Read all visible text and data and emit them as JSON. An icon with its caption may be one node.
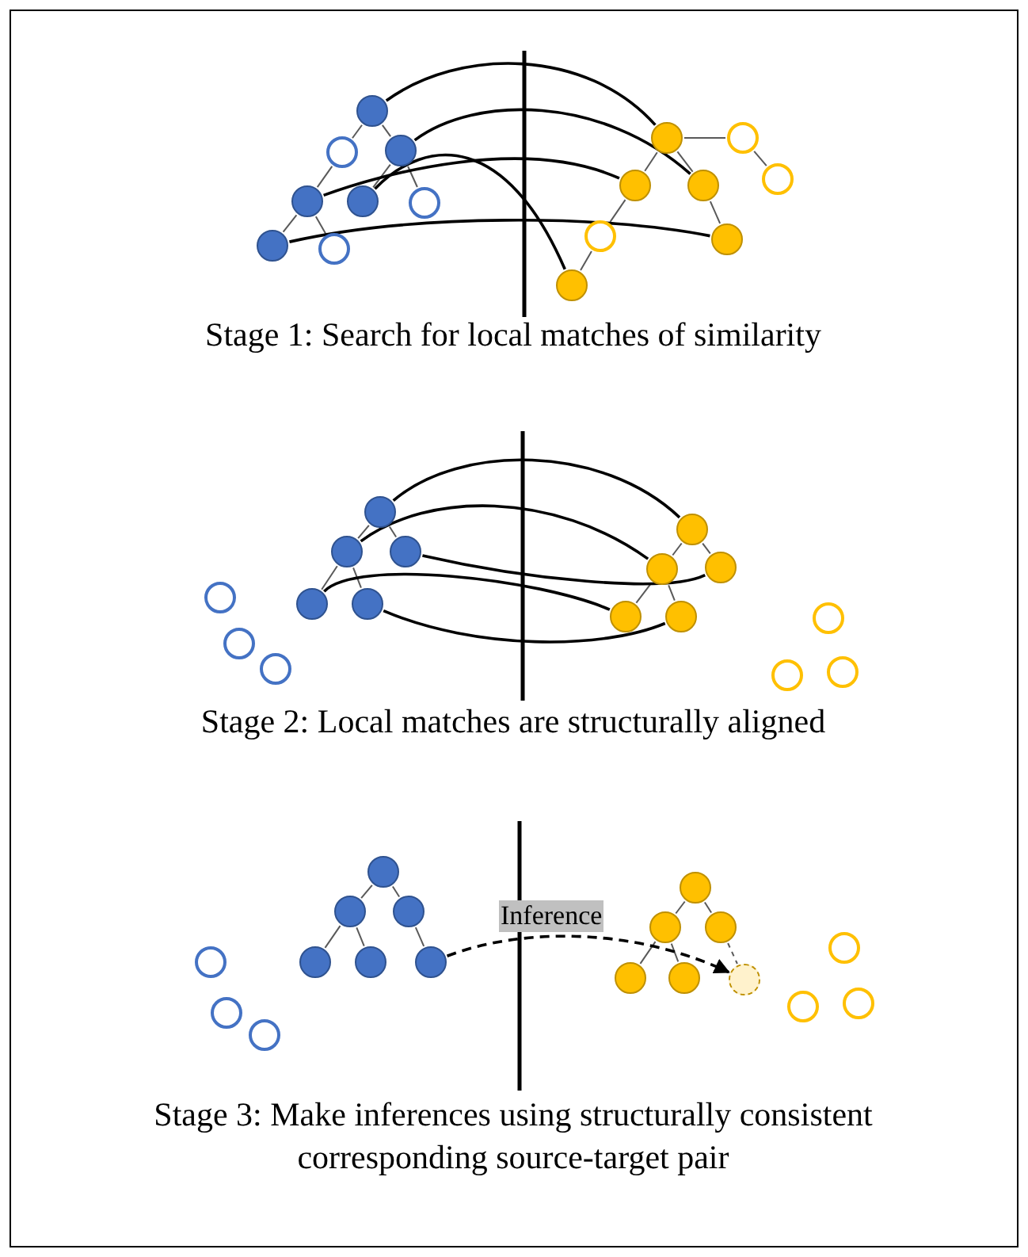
{
  "diagram": {
    "nodes": [
      {
        "text": [],
        "shape": "circle"
      },
      {
        "text": [],
        "shape": "circle"
      },
      {
        "text": [],
        "shape": "circle"
      },
      {
        "text": [],
        "shape": "circle"
      },
      {
        "text": [],
        "shape": "circle"
      },
      {
        "text": [],
        "shape": "circle"
      },
      {
        "text": [],
        "shape": "circle"
      },
      {
        "text": [],
        "shape": "circle"
      },
      {
        "text": [],
        "shape": "circle"
      },
      {
        "text": [],
        "shape": "circle"
      },
      {
        "text": [],
        "shape": "circle"
      },
      {
        "text": [],
        "shape": "circle"
      },
      {
        "text": [],
        "shape": "circle"
      },
      {
        "text": [],
        "shape": "circle"
      },
      {
        "text": [],
        "shape": "circle"
      },
      {
        "text": [],
        "shape": "circle"
      },
      {
        "text": [],
        "shape": "circle"
      },
      {
        "text": [],
        "shape": "circle"
      },
      {
        "text": [],
        "shape": "circle"
      },
      {
        "text": [],
        "shape": "circle"
      },
      {
        "text": [],
        "shape": "circle"
      },
      {
        "text": [],
        "shape": "circle"
      },
      {
        "text": [],
        "shape": "circle"
      },
      {
        "text": [],
        "shape": "circle"
      },
      {
        "text": [],
        "shape": "circle"
      },
      {
        "text": [],
        "shape": "circle"
      },
      {
        "text": [],
        "shape": "circle"
      },
      {
        "text": [],
        "shape": "circle"
      },
      {
        "text": [],
        "shape": "circle"
      },
      {
        "text": [],
        "shape": "circle"
      },
      {
        "text": [],
        "shape": "circle"
      },
      {
        "text": [],
        "shape": "circle"
      },
      {
        "text": [],
        "shape": "circle"
      },
      {
        "text": [],
        "shape": "circle"
      },
      {
        "text": [],
        "shape": "circle"
      },
      {
        "text": [],
        "shape": "circle"
      },
      {
        "text": [],
        "shape": "circle"
      },
      {
        "text": [],
        "shape": "circle"
      },
      {
        "text": [],
        "shape": "circle"
      },
      {
        "text": [],
        "shape": "circle"
      },
      {
        "text": [],
        "shape": "circle"
      },
      {
        "text": [],
        "shape": "circle"
      },
      {
        "text": [],
        "shape": "circle"
      },
      {
        "text": [],
        "shape": "circle"
      },
      {
        "text": [],
        "shape": "circle"
      },
      {
        "text": [],
        "shape": "circle"
      },
      {
        "text": [],
        "shape": "circle"
      },
      {
        "text": [],
        "shape": "circle"
      },
      {
        "text": [],
        "shape": "circle"
      },
      {
        "text": [],
        "shape": "circle"
      }
    ],
    "edges": [
      {
        "from": 0,
        "to": 1,
        "arrow": "none"
      },
      {
        "from": 0,
        "to": 2,
        "arrow": "none"
      },
      {
        "from": 1,
        "to": 3,
        "arrow": "none"
      },
      {
        "from": 2,
        "to": 4,
        "arrow": "none"
      },
      {
        "from": 2,
        "to": 5,
        "arrow": "none"
      },
      {
        "from": 3,
        "to": 6,
        "arrow": "none"
      },
      {
        "from": 3,
        "to": 7,
        "arrow": "none"
      },
      {
        "from": 8,
        "to": 9,
        "arrow": "none"
      },
      {
        "from": 9,
        "to": 10,
        "arrow": "none"
      },
      {
        "from": 8,
        "to": 11,
        "arrow": "none"
      },
      {
        "from": 8,
        "to": 12,
        "arrow": "none"
      },
      {
        "from": 12,
        "to": 14,
        "arrow": "none"
      },
      {
        "from": 11,
        "to": 13,
        "arrow": "none"
      },
      {
        "from": 13,
        "to": 15,
        "arrow": "none"
      },
      {
        "from": 0,
        "to": 8,
        "arrow": "none",
        "color": "#000000"
      },
      {
        "from": 2,
        "to": 12,
        "arrow": "none",
        "color": "#000000"
      },
      {
        "from": 3,
        "to": 11,
        "arrow": "none",
        "color": "#000000"
      },
      {
        "from": 4,
        "to": 15,
        "arrow": "none",
        "color": "#000000"
      },
      {
        "from": 6,
        "to": 14,
        "arrow": "none",
        "color": "#000000"
      },
      {
        "from": 16,
        "to": 17,
        "arrow": "none"
      },
      {
        "from": 16,
        "to": 18,
        "arrow": "none"
      },
      {
        "from": 17,
        "to": 19,
        "arrow": "none"
      },
      {
        "from": 17,
        "to": 20,
        "arrow": "none"
      },
      {
        "from": 24,
        "to": 25,
        "arrow": "none"
      },
      {
        "from": 24,
        "to": 26,
        "arrow": "none"
      },
      {
        "from": 25,
        "to": 27,
        "arrow": "none"
      },
      {
        "from": 25,
        "to": 28,
        "arrow": "none"
      },
      {
        "from": 16,
        "to": 24,
        "arrow": "none",
        "color": "#000000"
      },
      {
        "from": 17,
        "to": 25,
        "arrow": "none",
        "color": "#000000"
      },
      {
        "from": 18,
        "to": 26,
        "arrow": "none",
        "color": "#000000"
      },
      {
        "from": 19,
        "to": 27,
        "arrow": "none",
        "color": "#000000"
      },
      {
        "from": 20,
        "to": 28,
        "arrow": "none",
        "color": "#000000"
      },
      {
        "from": 32,
        "to": 33,
        "arrow": "none"
      },
      {
        "from": 32,
        "to": 34,
        "arrow": "none"
      },
      {
        "from": 33,
        "to": 35,
        "arrow": "none"
      },
      {
        "from": 33,
        "to": 36,
        "arrow": "none"
      },
      {
        "from": 34,
        "to": 37,
        "arrow": "none"
      },
      {
        "from": 41,
        "to": 42,
        "arrow": "none"
      },
      {
        "from": 41,
        "to": 43,
        "arrow": "none"
      },
      {
        "from": 42,
        "to": 44,
        "arrow": "none"
      },
      {
        "from": 42,
        "to": 45,
        "arrow": "none"
      },
      {
        "from": 43,
        "to": 46,
        "arrow": "none",
        "style": "dashed"
      },
      {
        "from": 37,
        "to": 46,
        "arrow": "to",
        "label": "Inference",
        "style": "dashed",
        "color": "#000000"
      }
    ],
    "labels": [
      "Stage 1: Search for local matches of similarity",
      "Stage 2: Local matches are structurally aligned",
      "Stage 3: Make inferences using structurally consistent corresponding source-target pair"
    ]
  }
}
